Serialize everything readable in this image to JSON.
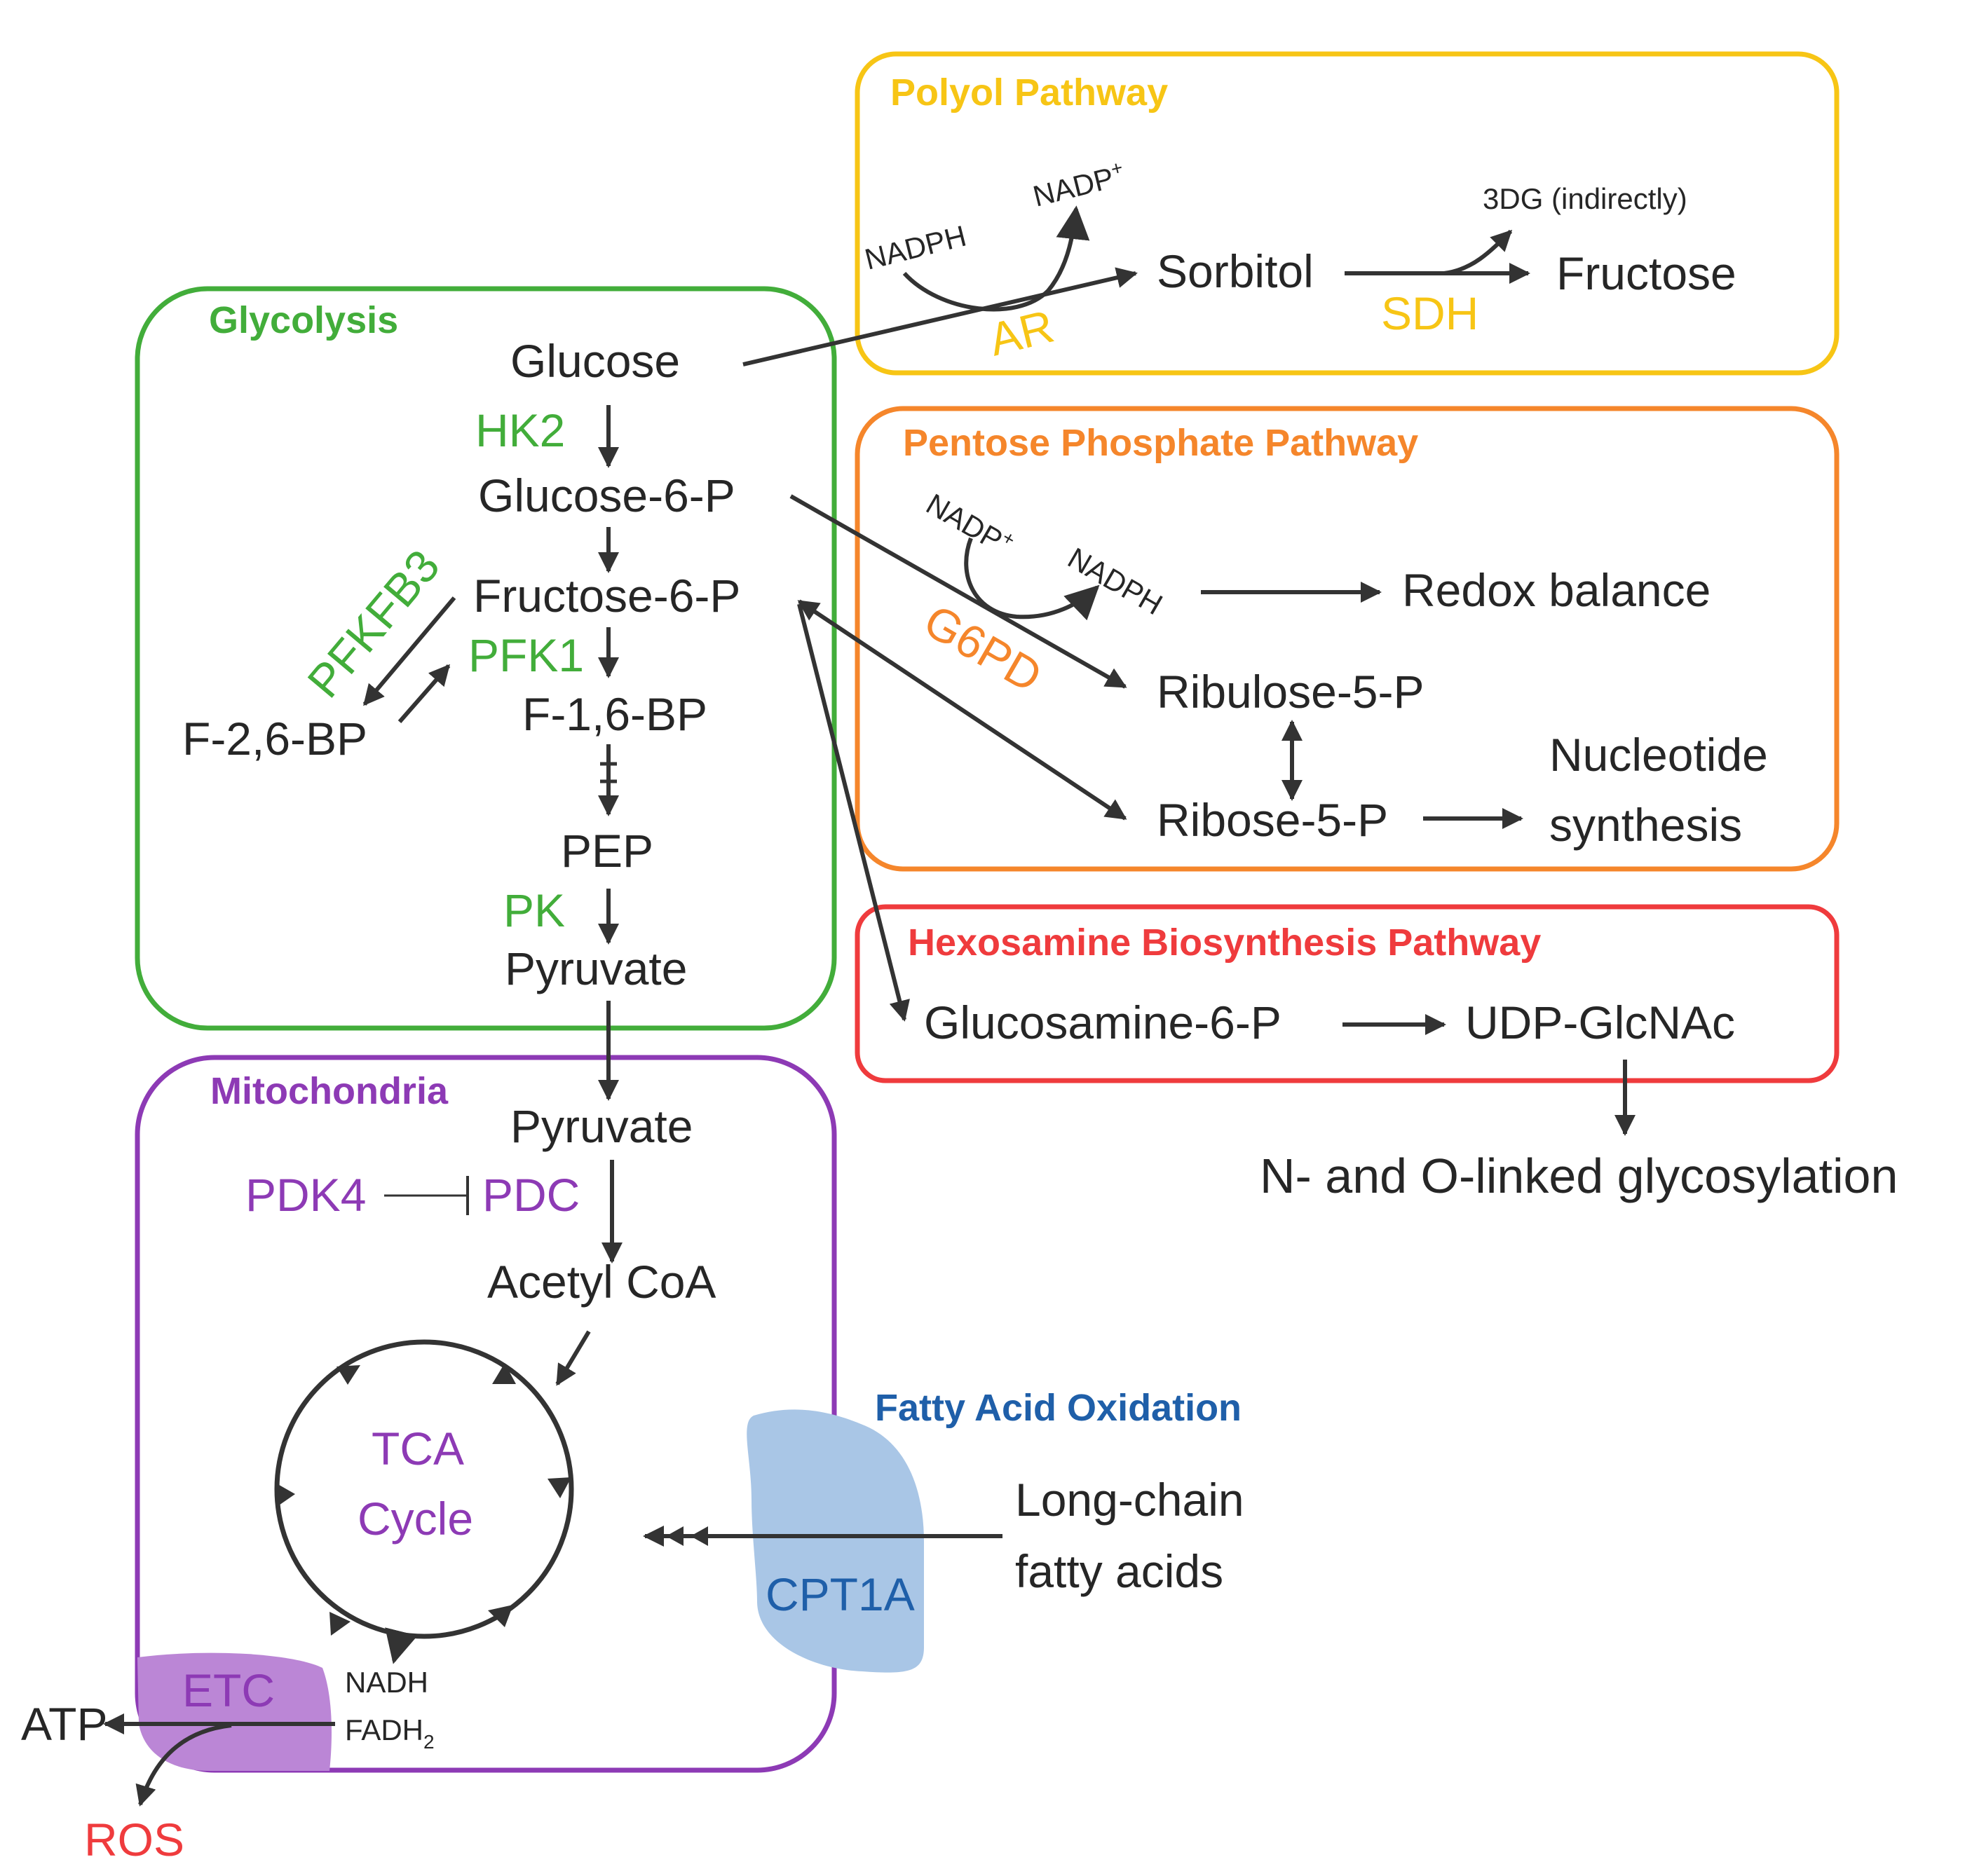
{
  "colors": {
    "polyol": "#f7c515",
    "ppp": "#f5862b",
    "hbp": "#ef3b3d",
    "glycolysis": "#42ad3a",
    "mito": "#8d3ab5",
    "fao": "#1f5fa9",
    "fao_fill": "#a9c6e6",
    "etc_fill": "#bb86d6",
    "line": "#333333",
    "ros": "#ef3b3d"
  },
  "polyol": {
    "title": "Polyol Pathway",
    "nadph": "NADPH",
    "nadp_plus": "NADP",
    "nadp_plus_sup": "+",
    "sorbitol": "Sorbitol",
    "fructose": "Fructose",
    "dg": "3DG (indirectly)",
    "ar": "AR",
    "sdh": "SDH"
  },
  "glycolysis": {
    "title": "Glycolysis",
    "glucose": "Glucose",
    "hk2": "HK2",
    "g6p": "Glucose-6-P",
    "f6p": "Fructose-6-P",
    "pfkfb3": "PFKFB3",
    "pfk1": "PFK1",
    "f26bp": "F-2,6-BP",
    "f16bp": "F-1,6-BP",
    "pep": "PEP",
    "pk": "PK",
    "pyruvate": "Pyruvate"
  },
  "ppp": {
    "title": "Pentose Phosphate Pathway",
    "nadp_plus": "NADP",
    "nadp_plus_sup": "+",
    "nadph": "NADPH",
    "redox": "Redox balance",
    "g6pd": "G6PD",
    "ribulose": "Ribulose-5-P",
    "ribose": "Ribose-5-P",
    "nucleotide_line1": "Nucleotide",
    "nucleotide_line2": "synthesis"
  },
  "hbp": {
    "title": "Hexosamine Biosynthesis Pathway",
    "glucosamine": "Glucosamine-6-P",
    "udp": "UDP-GlcNAc",
    "glycosylation": "N- and O-linked glycosylation"
  },
  "mito": {
    "title": "Mitochondria",
    "pyruvate": "Pyruvate",
    "pdk4": "PDK4",
    "pdc": "PDC",
    "acetyl": "Acetyl CoA",
    "tca_line1": "TCA",
    "tca_line2": "Cycle",
    "nadh": "NADH",
    "fadh": "FADH",
    "fadh_sub": "2",
    "etc": "ETC",
    "atp": "ATP",
    "ros": "ROS"
  },
  "fao": {
    "title": "Fatty Acid Oxidation",
    "cpt1a": "CPT1A",
    "lcfa_line1": "Long-chain",
    "lcfa_line2": "fatty acids"
  }
}
